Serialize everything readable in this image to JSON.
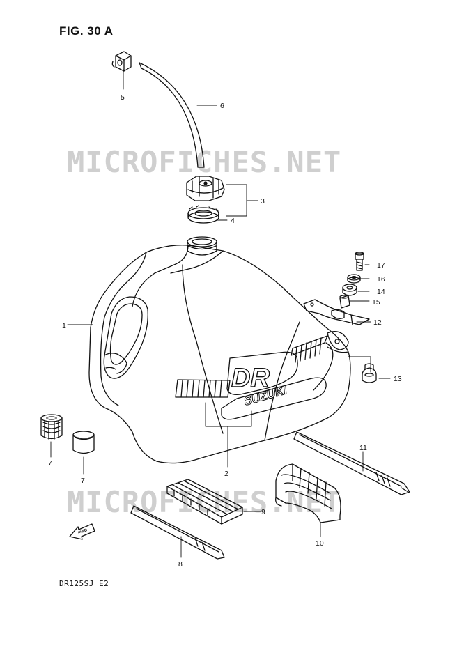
{
  "figure": {
    "title": "FIG. 30 A",
    "model_code": "DR125SJ  E2",
    "watermark": "MICROFICHES.NET",
    "fwd_label": "FWD",
    "decal_brand": "DR",
    "decal_name": "SUZUKI"
  },
  "callouts": [
    "1",
    "2",
    "3",
    "4",
    "5",
    "6",
    "7",
    "7",
    "8",
    "9",
    "10",
    "11",
    "12",
    "13",
    "14",
    "15",
    "16",
    "17"
  ],
  "colors": {
    "ink": "#111111",
    "watermark": "#c8c8c8",
    "paper": "#ffffff"
  }
}
